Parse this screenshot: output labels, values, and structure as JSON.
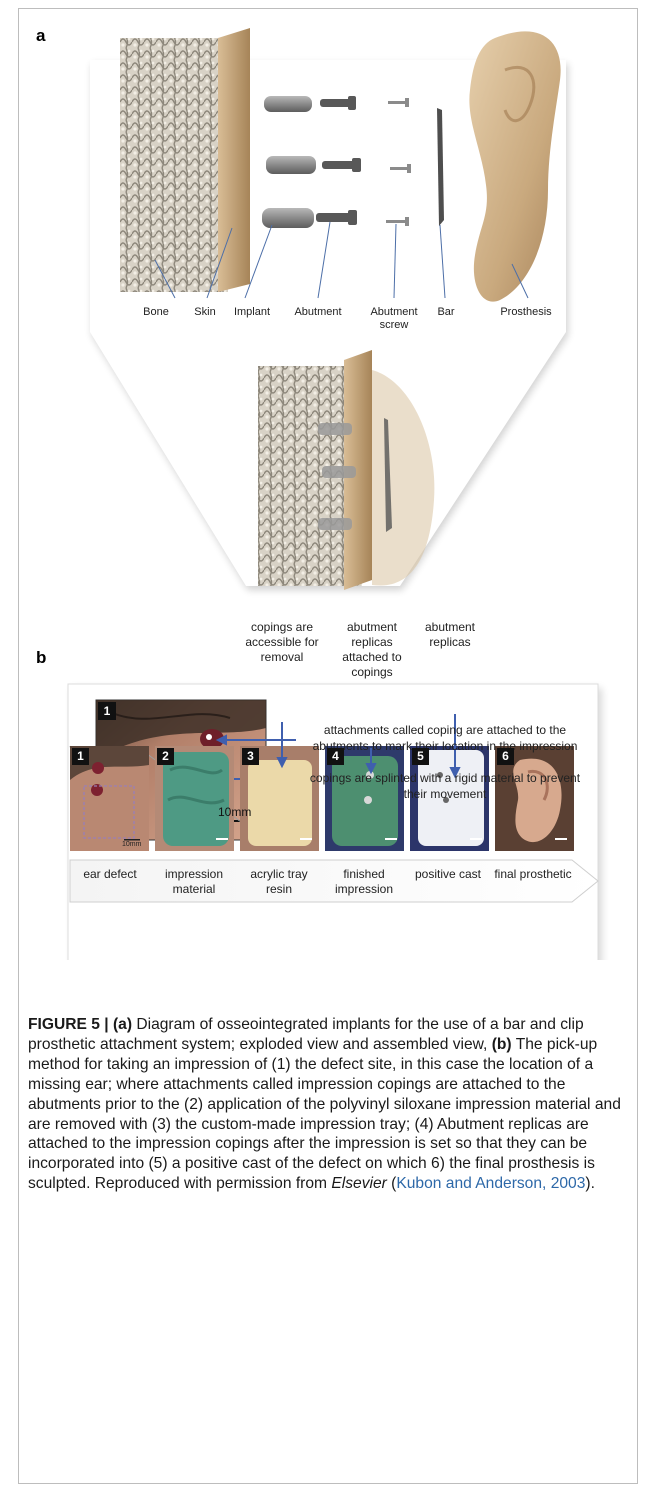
{
  "panel_a": {
    "letter": "a",
    "labels": {
      "bone": "Bone",
      "skin": "Skin",
      "implant": "Implant",
      "abutment": "Abutment",
      "abutment_screw": "Abutment\nscrew",
      "bar": "Bar",
      "prosthesis": "Prosthesis"
    }
  },
  "panel_b": {
    "letter": "b",
    "zoom_number": "1",
    "zoom_scale": "10mm",
    "note_1": "attachments called coping are attached to the abutments to mark their location in the impression",
    "note_2": "copings are splinted with a rigid material to prevent their movement",
    "step_notes": {
      "s3": "copings are accessible for removal",
      "s4": "abutment replicas attached to copings",
      "s5": "abutment replicas"
    },
    "steps": [
      {
        "num": "1",
        "label": "ear defect",
        "scale": "10mm"
      },
      {
        "num": "2",
        "label": "impression material"
      },
      {
        "num": "3",
        "label": "acrylic tray resin"
      },
      {
        "num": "4",
        "label": "finished impression"
      },
      {
        "num": "5",
        "label": "positive cast"
      },
      {
        "num": "6",
        "label": "final prosthetic"
      }
    ]
  },
  "caption": {
    "fig": "FIGURE 5 |",
    "a_tag": "(a)",
    "a_text": " Diagram of osseointegrated implants for the use of a bar and clip prosthetic attachment system; exploded view and assembled view, ",
    "b_tag": "(b)",
    "b_text": " The pick-up method for taking an impression of (1) the defect site, in this case the location of a missing ear; where attachments called impression copings are attached to the abutments prior to the (2) application of the polyvinyl siloxane impression material and are removed with (3) the custom-made impression tray; (4) Abutment replicas are attached to the impression copings after the impression is set so that they can be incorporated into (5) a positive cast of the defect on which 6) the final prosthesis is sculpted. Reproduced with permission from ",
    "publisher": "Elsevier",
    "pre_cite": " (",
    "cite": "Kubon and Anderson, 2003",
    "post_cite": ")."
  }
}
